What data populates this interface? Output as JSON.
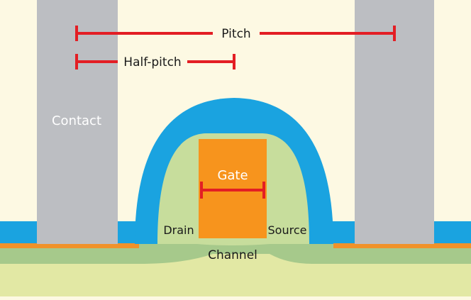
{
  "labels": {
    "pitch": "Pitch",
    "half_pitch": "Half-pitch",
    "contact": "Contact",
    "gate": "Gate",
    "drain": "Drain",
    "source": "Source",
    "channel": "Channel"
  },
  "colors": {
    "background": "#fdf9e3",
    "contact": "#bcbec2",
    "spacer": "#1aa3e0",
    "gate": "#f7941d",
    "drain_source": "#c7dd9c",
    "channel": "#a6c98b",
    "substrate": "#e2e8a4",
    "oxide_line": "#f0922a",
    "dimension": "#e31e24",
    "label_light": "#ffffff",
    "label_dark": "#1a1a1a"
  }
}
